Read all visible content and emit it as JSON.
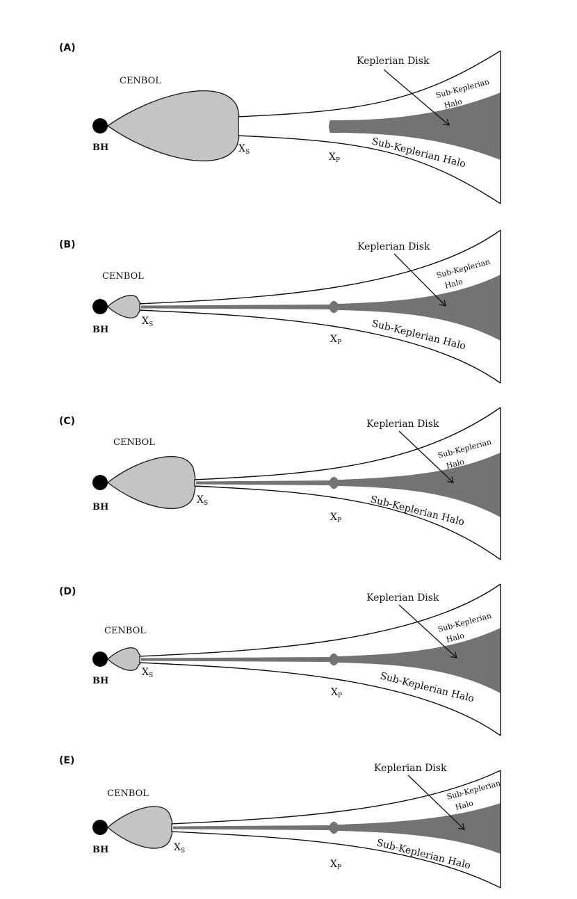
{
  "panels": [
    {
      "id": "A",
      "label": "(A)",
      "cenbol": "CENBOL",
      "bh": "BH",
      "keplerian_disk": "Keplerian Disk",
      "sub_keplerian_top": [
        "Sub-Keplerian",
        "Halo"
      ],
      "sub_keplerian_bottom": "Sub-Keplerian Halo",
      "xs": {
        "main": "X",
        "sub": "S"
      },
      "xp": {
        "main": "X",
        "sub": "P"
      }
    },
    {
      "id": "B",
      "label": "(B)",
      "cenbol": "CENBOL",
      "bh": "BH",
      "keplerian_disk": "Keplerian Disk",
      "sub_keplerian_top": [
        "Sub-Keplerian",
        "Halo"
      ],
      "sub_keplerian_bottom": "Sub-Keplerian Halo",
      "xs": {
        "main": "X",
        "sub": "S"
      },
      "xp": {
        "main": "X",
        "sub": "P"
      }
    },
    {
      "id": "C",
      "label": "(C)",
      "cenbol": "CENBOL",
      "bh": "BH",
      "keplerian_disk": "Keplerian Disk",
      "sub_keplerian_top": [
        "Sub-Keplerian",
        "Halo"
      ],
      "sub_keplerian_bottom": "Sub-Keplerian Halo",
      "xs": {
        "main": "X",
        "sub": "S"
      },
      "xp": {
        "main": "X",
        "sub": "P"
      }
    },
    {
      "id": "D",
      "label": "(D)",
      "cenbol": "CENBOL",
      "bh": "BH",
      "keplerian_disk": "Keplerian Disk",
      "sub_keplerian_top": [
        "Sub-Keplerian",
        "Halo"
      ],
      "sub_keplerian_bottom": "Sub-Keplerian Halo",
      "xs": {
        "main": "X",
        "sub": "S"
      },
      "xp": {
        "main": "X",
        "sub": "P"
      }
    },
    {
      "id": "E",
      "label": "(E)",
      "cenbol": "CENBOL",
      "bh": "BH",
      "keplerian_disk": "Keplerian Disk",
      "sub_keplerian_top": [
        "Sub-Keplerian",
        "Halo"
      ],
      "sub_keplerian_bottom": "Sub-Keplerian Halo",
      "xs": {
        "main": "X",
        "sub": "S"
      },
      "xp": {
        "main": "X",
        "sub": "P"
      }
    }
  ],
  "colors": {
    "cenbol_fill": "#c4c4c4",
    "disk_fill": "#737373",
    "black_hole": "#000000",
    "outline": "#111111"
  }
}
